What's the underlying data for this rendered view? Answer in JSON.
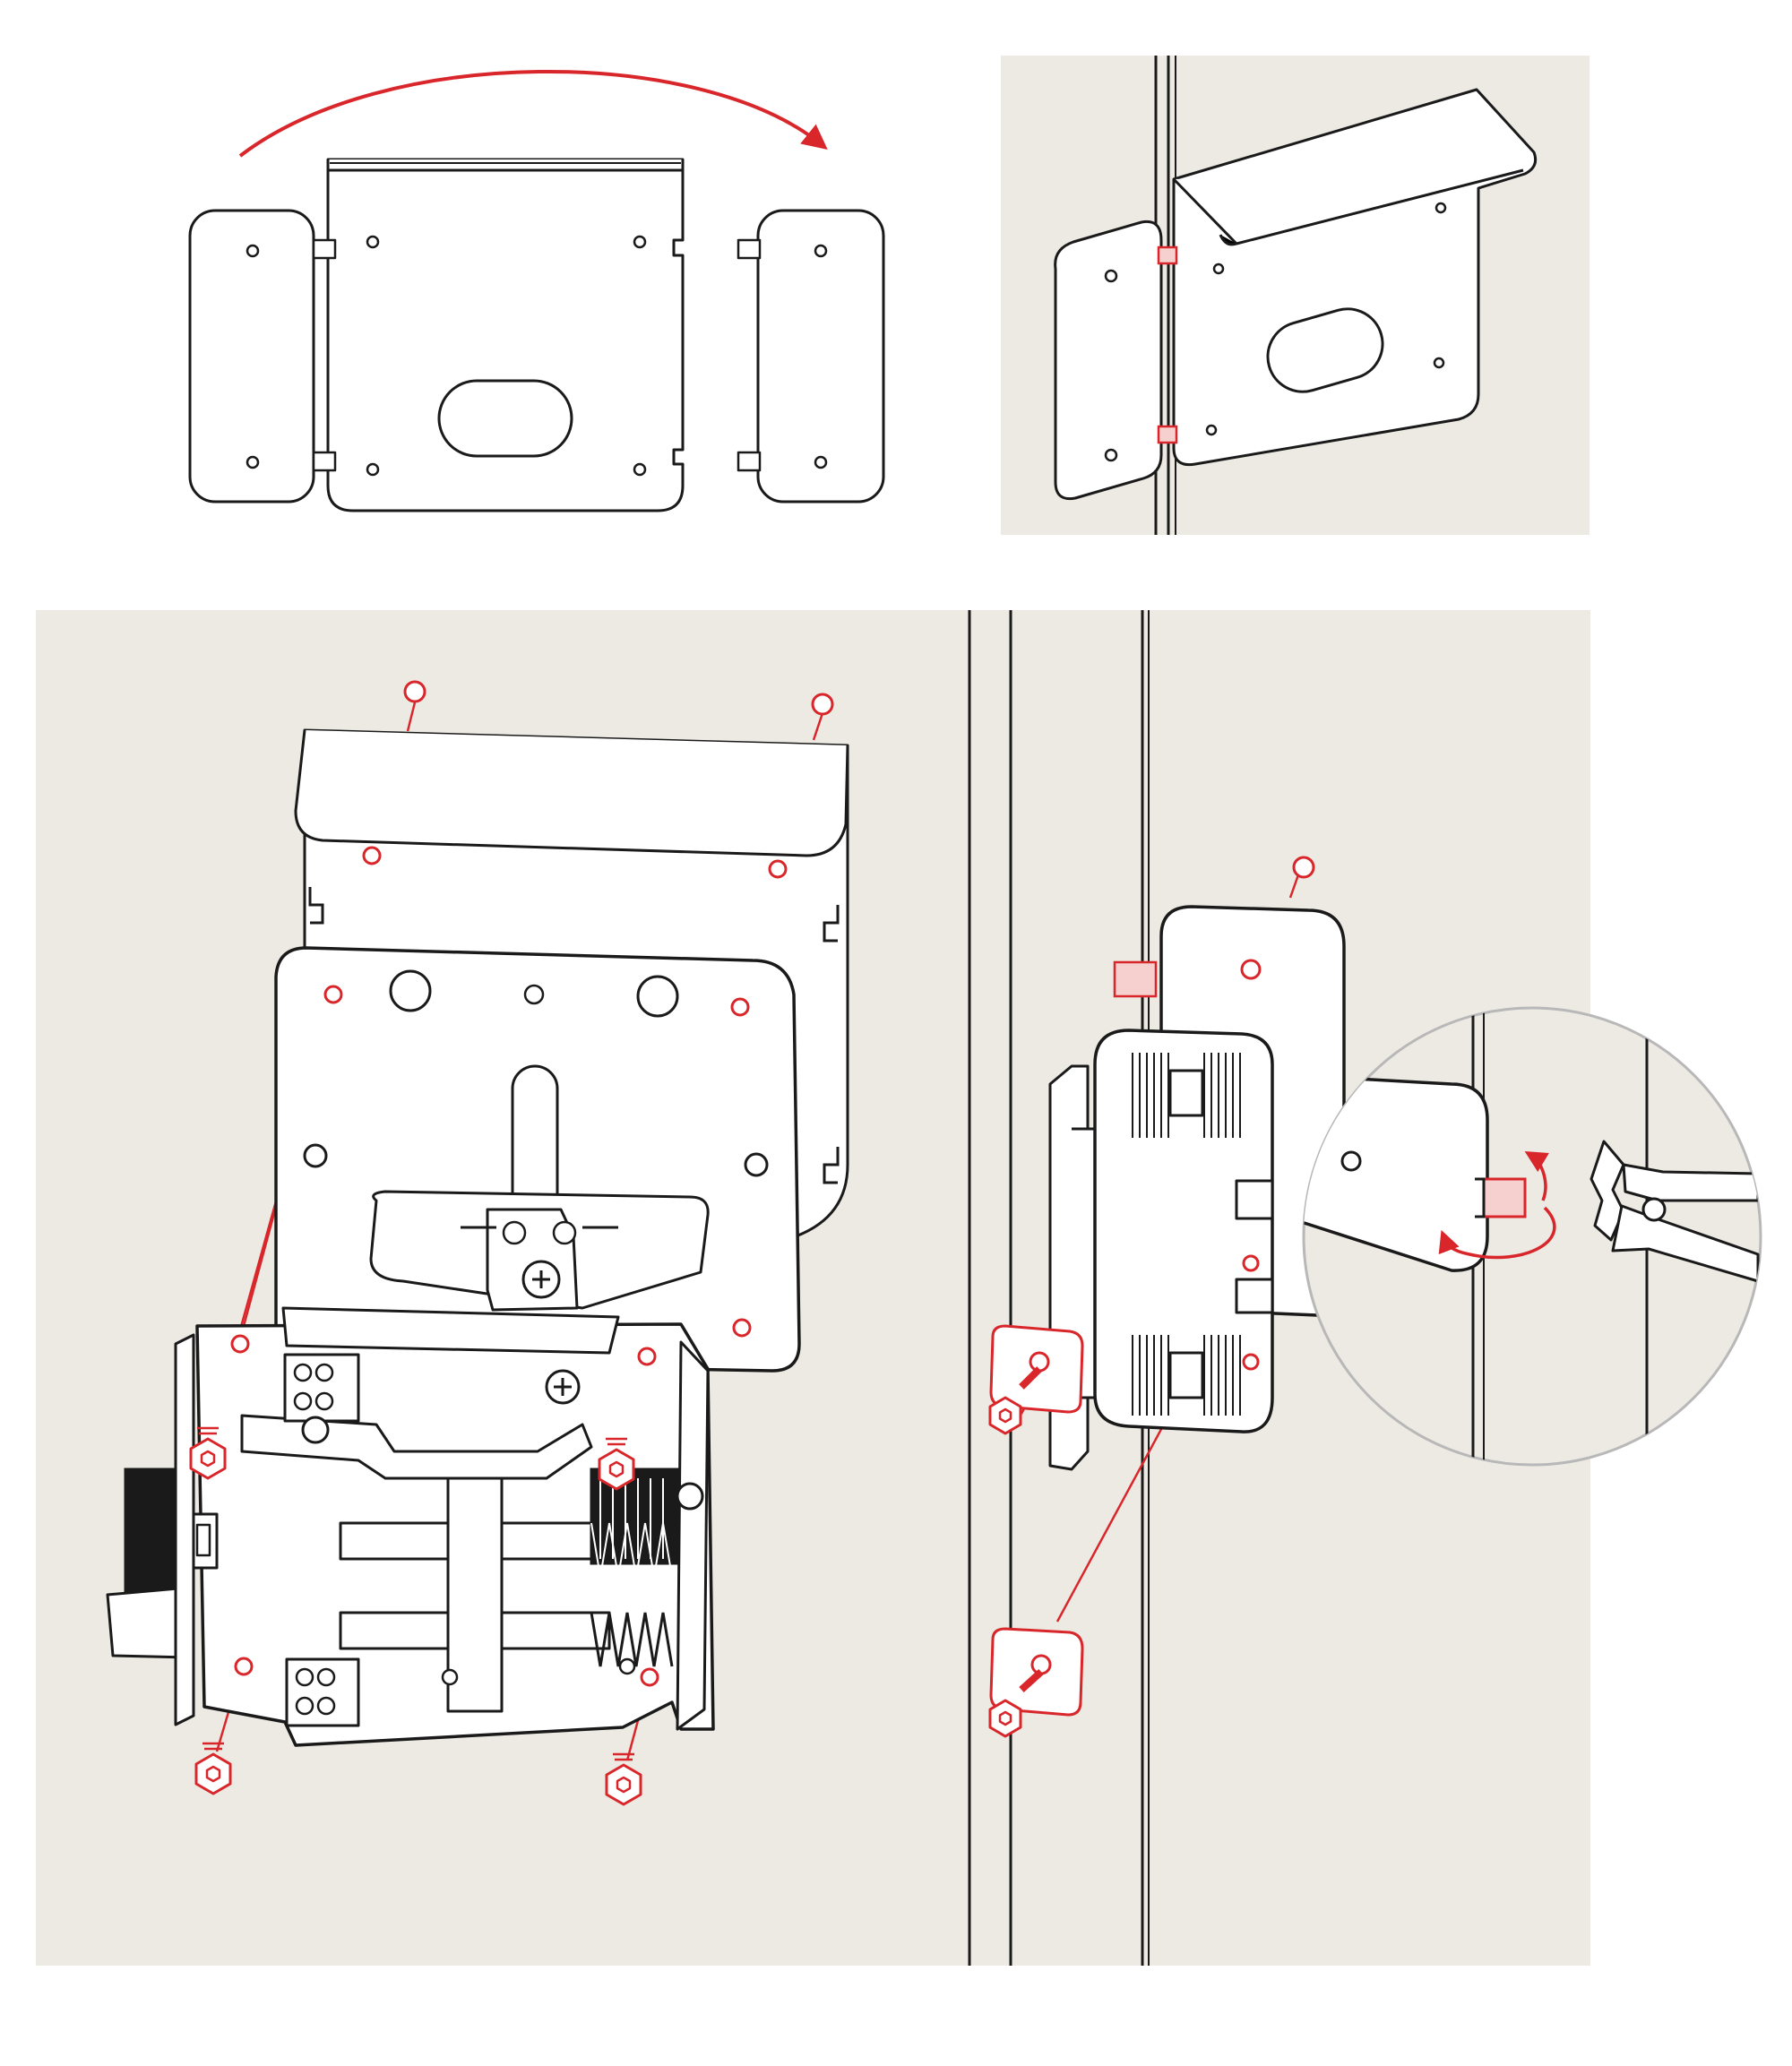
{
  "colors": {
    "background": "#ffffff",
    "panel": "#eceae3",
    "stroke": "#1a1a1a",
    "accent": "#d9262b",
    "accent_fill": "#f6cfcf",
    "magnifier": "#eceae3"
  },
  "panels": [
    {
      "name": "panel-unfolded-bracket",
      "icon": "unfolded-bracket-icon"
    },
    {
      "name": "panel-bracket-on-frame",
      "icon": "bracket-on-frame-icon"
    },
    {
      "name": "panel-lock-mounting",
      "icon": "lock-mounting-icon"
    },
    {
      "name": "panel-hinge-plate-mounting",
      "icon": "hinge-plate-icon"
    }
  ],
  "icons": {
    "rotation_arrow": "curved-arrow-icon",
    "screw": "hex-screw-icon",
    "magnifier": "magnifier-detail-icon",
    "pliers": "pliers-icon",
    "spacer": "spacer-tab-icon"
  }
}
